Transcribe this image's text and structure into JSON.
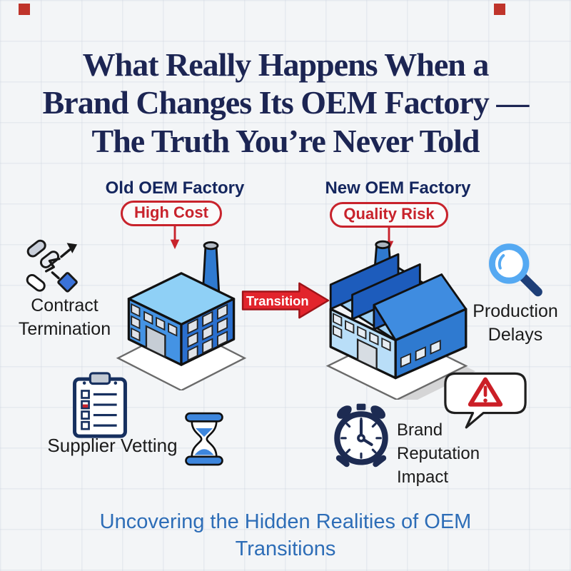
{
  "header": {
    "title": "What Really Happens When a\nBrand Changes Its OEM Factory —\nThe Truth You’re Never Told"
  },
  "diagram": {
    "old_factory": {
      "label": "Old OEM Factory",
      "badge": "High Cost"
    },
    "new_factory": {
      "label": "New OEM Factory",
      "badge": "Quality Risk"
    },
    "transition": {
      "label": "Transition"
    }
  },
  "callouts": {
    "contract": {
      "label": "Contract\nTermination",
      "icon": "broken-chain-icon"
    },
    "production": {
      "label": "Production\nDelays",
      "icon": "magnifier-icon"
    },
    "supplier": {
      "label": "Supplier Vetting",
      "icon": "clipboard-checklist-icon"
    },
    "reputation": {
      "label": "Brand\nReputation\nImpact",
      "icon": "warning-speech-bubble-icon"
    },
    "hourglass": {
      "icon": "hourglass-icon"
    },
    "clock": {
      "icon": "alarm-clock-icon"
    }
  },
  "footer": {
    "tagline": "Uncovering the Hidden Realities of OEM\nTransitions"
  },
  "colors": {
    "title_navy": "#1c2553",
    "accent_red": "#c8232c",
    "factory_blue_light": "#8fd0f6",
    "factory_blue_mid": "#3f8ce0",
    "factory_blue_dark": "#2a6fce",
    "tagline_blue": "#2d6db7"
  }
}
